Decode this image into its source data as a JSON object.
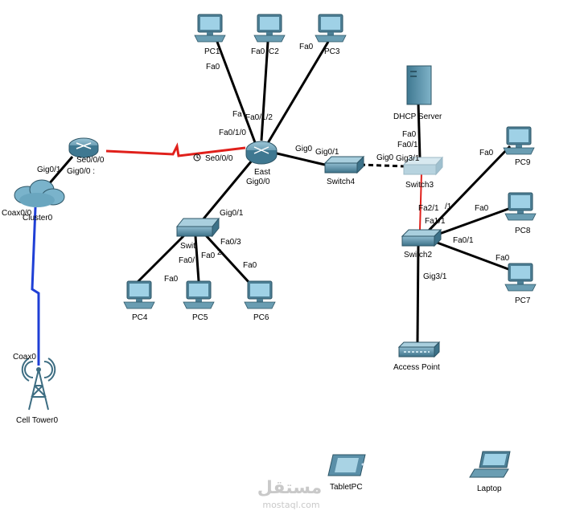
{
  "devices": {
    "pc1": "PC1",
    "pc2": "C2",
    "pc3": "PC3",
    "pc4": "PC4",
    "pc5": "PC5",
    "pc6": "PC6",
    "pc7": "PC7",
    "pc8": "PC8",
    "pc9": "PC9",
    "dhcp": "DHCP Server",
    "router_east": "East",
    "cloud": "Cluster0",
    "switch_left": "Swit",
    "switch4": "Switch4",
    "switch3": "Switch3",
    "switch2": "Switch2",
    "access_point": "Access Point",
    "cell_tower": "Cell Tower0",
    "tablet": "TabletPC",
    "laptop": "Laptop"
  },
  "ports": {
    "pc1_fa0": "Fa0",
    "pc2_fa0": "Fa0",
    "pc3_fa0": "Fa0",
    "east_fa_pc1": "Fa",
    "east_fa012": "Fa0/1/2",
    "east_fa010": "Fa0/1/0",
    "east_se000": "Se0/0/0",
    "east_gig0_a": "Gig0",
    "east_gig00": "Gig0/0",
    "sw4_gig01": "Gig0/1",
    "sw4_gig0_b": "Gig0",
    "sw3_gig31": "Gig3/1",
    "sw3_fa0": "Fa0",
    "sw3_fa01": "Fa0/1",
    "sw3_fa21": "Fa2/1",
    "sw3_slash1": "/1",
    "sw2_fa11": "Fa1/1",
    "sw2_fa01": "Fa0/1",
    "sw2_gig31": "Gig3/1",
    "pc9_fa0": "Fa0",
    "pc8_fa0": "Fa0",
    "pc7_fa0": "Fa0",
    "r_se000": "Se0/0/0",
    "r_gig00": "Gig0/0 :",
    "cl_gig01": "Gig0/1",
    "cl_coax00": "Coax0/0",
    "tower_coax0": "Coax0",
    "swl_gig01": "Gig0/1",
    "swl_fa03": "Fa0/3",
    "swl_fa0": "Fa0/",
    "swl_fa0b": "Fa0",
    "swl_2": "2",
    "pc4_fa0": "Fa0",
    "pc6_fa0": "Fa0"
  },
  "watermark": {
    "arabic": "مستقل",
    "latin": "mostaql.com"
  },
  "colors": {
    "ethernet": "#000000",
    "serial": "#e0201b",
    "coax": "#1f3fd6",
    "trunk_red": "#e0201b",
    "device_body": "#5a8fa8",
    "screen": "#7fbcd9"
  }
}
